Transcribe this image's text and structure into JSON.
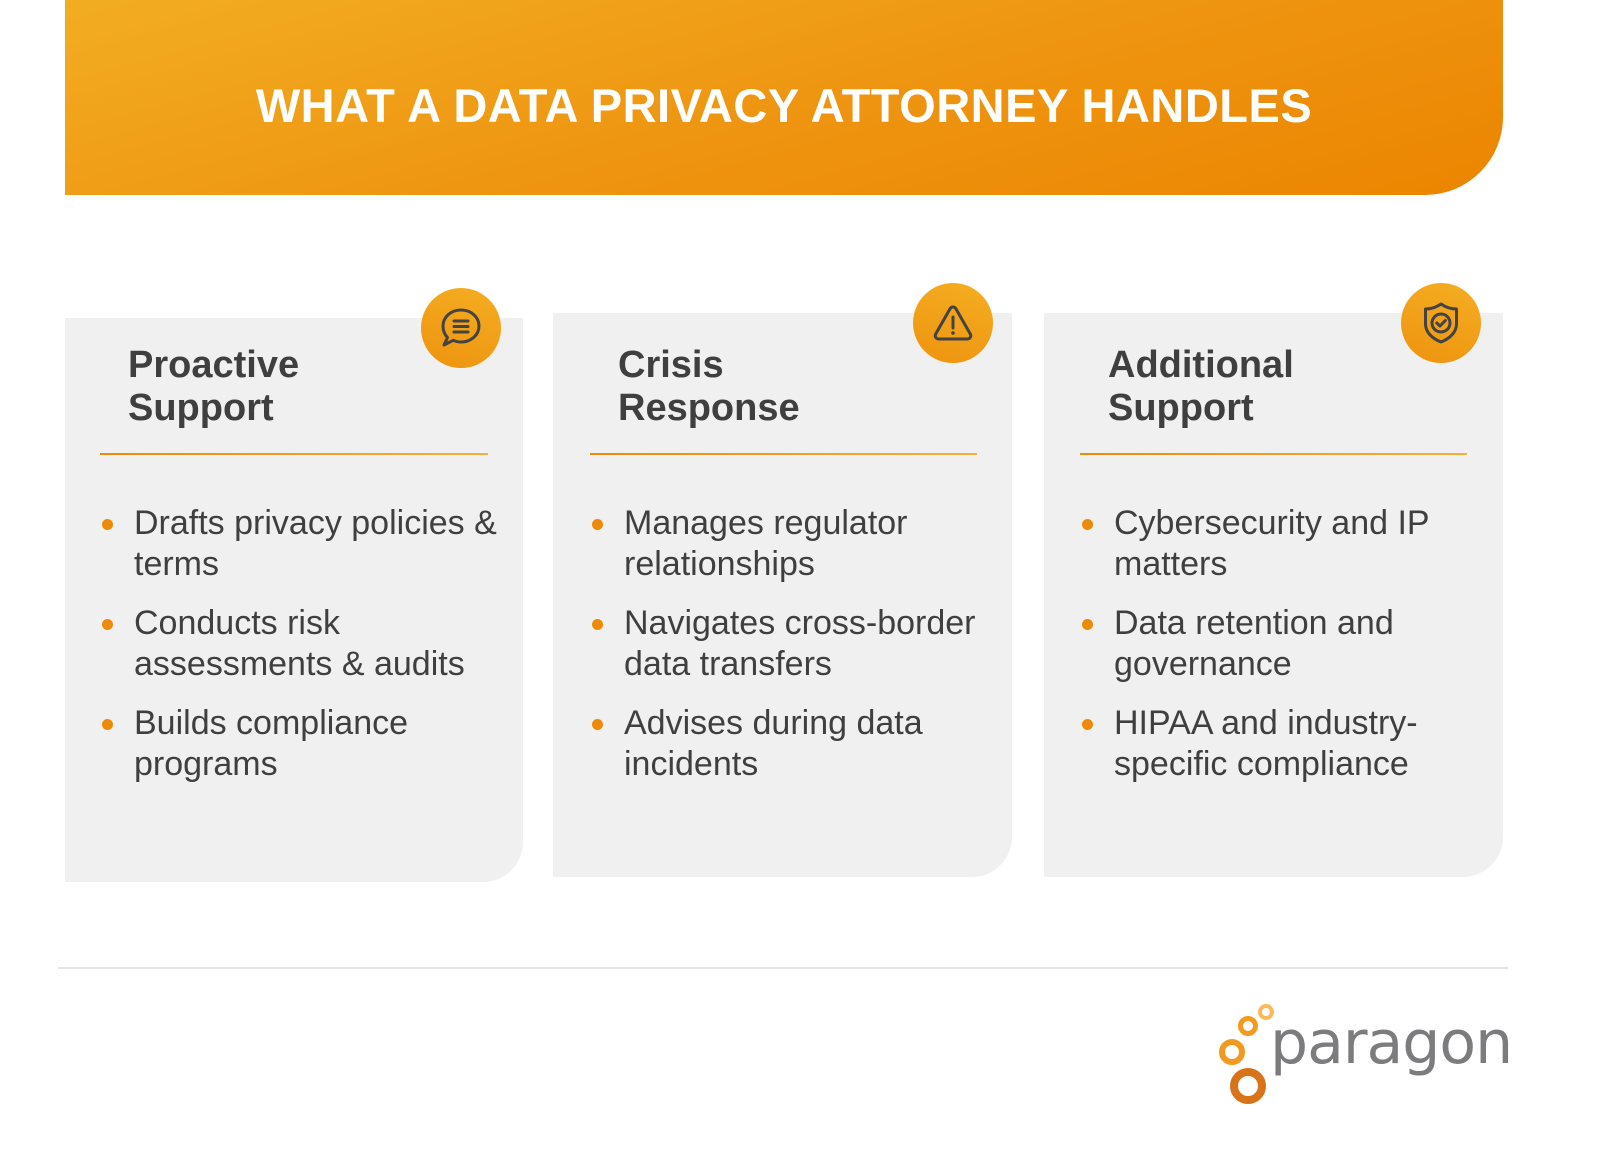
{
  "header": {
    "title": "WHAT A DATA PRIVACY ATTORNEY HANDLES"
  },
  "colors": {
    "accent": "#ee9410",
    "accent_light": "#f2ad22",
    "card_bg": "#f0f0f0",
    "text": "#3f3f3f",
    "bullet": "#ee8a0a",
    "logo_text": "#7c7c7e"
  },
  "cards": [
    {
      "title_line1": "Proactive",
      "title_line2": "Support",
      "icon": "speech-bubble-icon",
      "items": [
        "Drafts privacy policies & terms",
        "Conducts risk assessments & audits",
        "Builds compliance programs"
      ]
    },
    {
      "title_line1": "Crisis",
      "title_line2": "Response",
      "icon": "warning-triangle-icon",
      "items": [
        "Manages regulator relationships",
        "Navigates cross-border data transfers",
        "Advises during data incidents"
      ]
    },
    {
      "title_line1": "Additional",
      "title_line2": "Support",
      "icon": "shield-check-icon",
      "items": [
        "Cybersecurity and IP matters",
        "Data retention and governance",
        "HIPAA and industry-specific compliance"
      ]
    }
  ],
  "footer": {
    "logo_text": "paragon"
  }
}
